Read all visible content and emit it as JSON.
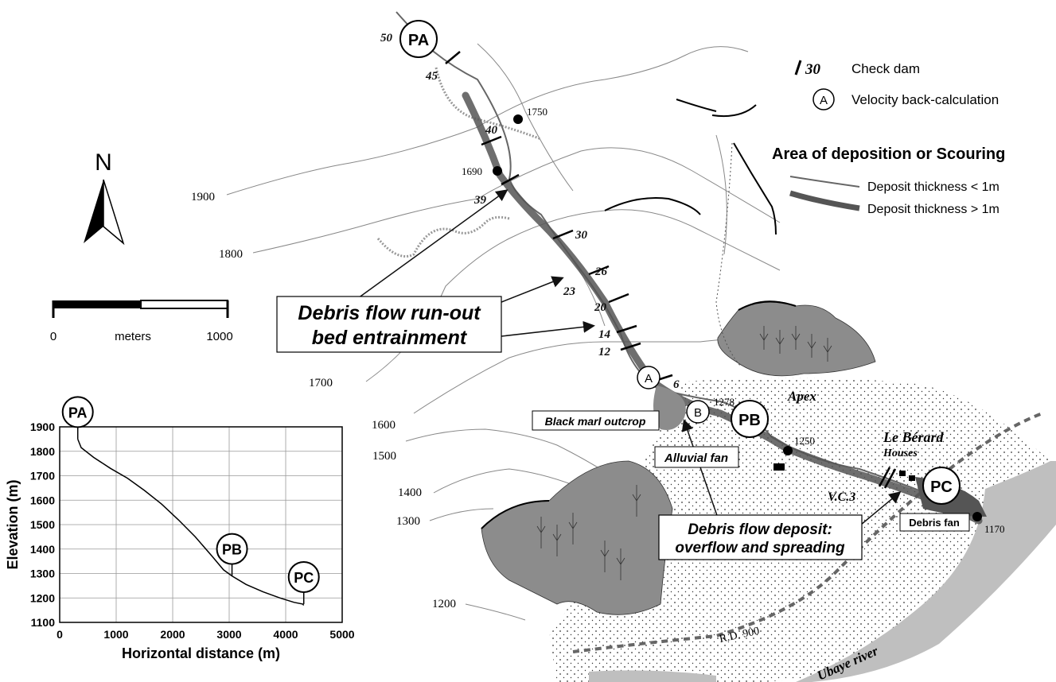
{
  "legend": {
    "check_dam_number": "30",
    "check_dam_label": "Check dam",
    "velocity_letter": "A",
    "velocity_label": "Velocity back-calculation",
    "area_title": "Area of deposition or Scouring",
    "thin_label": "Deposit thickness < 1m",
    "thick_label": "Deposit thickness > 1m"
  },
  "north": "N",
  "scale": {
    "start": "0",
    "unit": "meters",
    "end": "1000"
  },
  "contours": [
    "1900",
    "1800",
    "1700",
    "1600",
    "1500",
    "1400",
    "1300",
    "1200"
  ],
  "spot_heights": [
    "1750",
    "1690",
    "1278",
    "1250",
    "1170"
  ],
  "check_dams": [
    "50",
    "45",
    "40",
    "39",
    "30",
    "26",
    "23",
    "20",
    "14",
    "12",
    "6"
  ],
  "points": {
    "pa": "PA",
    "pb": "PB",
    "pc": "PC",
    "a": "A",
    "b": "B"
  },
  "labels": {
    "apex": "Apex",
    "village": "Le Bérard",
    "houses": "Houses",
    "vc3": "V.C.3",
    "rd900": "R.D. 900",
    "river": "Ubaye river"
  },
  "callouts": {
    "runout_line1": "Debris flow run-out",
    "runout_line2": "bed entrainment",
    "marl": "Black marl outcrop",
    "alluvial": "Alluvial fan",
    "deposit_line1": "Debris flow deposit:",
    "deposit_line2": "overflow and spreading",
    "debris_fan": "Debris fan"
  },
  "chart_data": {
    "type": "line",
    "title": "",
    "xlabel": "Horizontal distance (m)",
    "ylabel": "Elevation (m)",
    "xlim": [
      0,
      5000
    ],
    "ylim": [
      1100,
      1900
    ],
    "xticks": [
      0,
      1000,
      2000,
      3000,
      4000,
      5000
    ],
    "yticks": [
      1100,
      1200,
      1300,
      1400,
      1500,
      1600,
      1700,
      1800,
      1900
    ],
    "grid": true,
    "series": [
      {
        "x": [
          320,
          380,
          600,
          900,
          1200,
          1500,
          1800,
          2100,
          2400,
          2700,
          2900,
          3050,
          3300,
          3600,
          3900,
          4150,
          4300,
          4320
        ],
        "y": [
          1850,
          1815,
          1775,
          1730,
          1690,
          1640,
          1585,
          1520,
          1450,
          1370,
          1315,
          1290,
          1255,
          1225,
          1200,
          1182,
          1175,
          1170
        ]
      }
    ],
    "markers": [
      {
        "label": "PA",
        "x": 320,
        "y": 1850
      },
      {
        "label": "PB",
        "x": 3050,
        "y": 1290
      },
      {
        "label": "PC",
        "x": 4320,
        "y": 1175
      }
    ]
  }
}
